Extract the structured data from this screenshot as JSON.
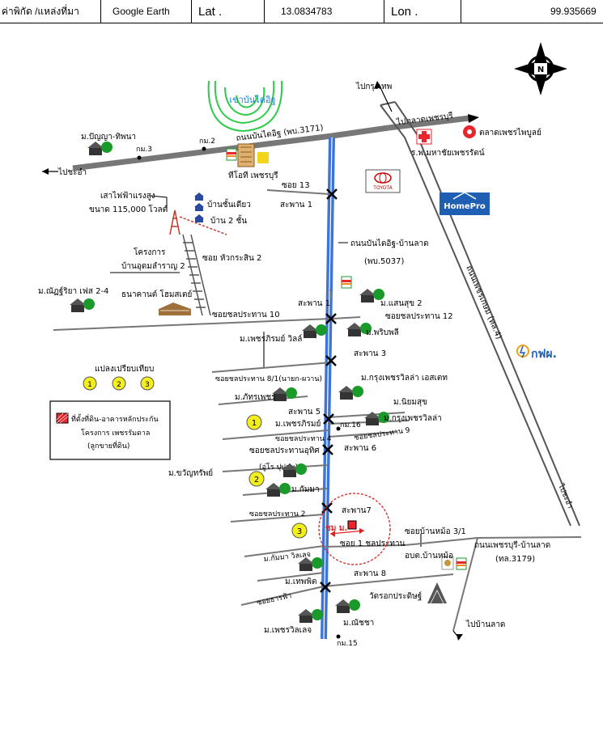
{
  "header": {
    "coord_label": "ค่าพิกัด /แหล่งที่มา",
    "source": "Google Earth",
    "lat_label": "Lat .",
    "lat_value": "13.0834783",
    "lon_label": "Lon .",
    "lon_value": "99.935669"
  },
  "compass": {
    "letter": "N"
  },
  "roads": {
    "main_road": "ถนนบันไดอิฐ-บ้านลาด",
    "main_road_code": "(พบ.5037)",
    "top_road": "ถนนบันไดอิฐ (พบ.3171)",
    "highway4": "ถนนเพชรเกษม (ทล.4)",
    "road3179": "ถนนเพชรบุรี-บ้านลาด",
    "road3179_code": "(ทล.3179)",
    "to_bangkok": "ไปกรุงเทพ",
    "to_market": "ไปตลาดเพชรบุรี",
    "to_chaam": "ไปชะอำ",
    "to_banlat": "ไปบ้านลาด",
    "to_left": "ไปชะอำ"
  },
  "km_markers": [
    "กม.3",
    "กม.2",
    "กม.16",
    "กม.15"
  ],
  "bridges": [
    "สะพาน 1",
    "สะพาน 2",
    "สะพาน 3",
    "สะพาน 5",
    "สะพาน 6",
    "สะพาน7",
    "สะพาน 8"
  ],
  "soi": {
    "soi13": "ซอย 13",
    "soi_hua_krasin": "ซอย หัวกระสิน 2",
    "soi_prathan10": "ซอยชลประทาน 10",
    "soi_prathan12": "ซอยชลประทาน 12",
    "soi_prathan81": "ซอยชลประทาน 8/1(นายก-ผวาน)",
    "soi_prathan4": "ซอยชลประทาน 4",
    "soi_prathan9": "ซอยชลประทาน 9",
    "soi_prathan_uthit": "ซอยชลประทานอุทิศ",
    "soi_prathan_uthit_sub": "(อู่โร ปุปลุ่น)",
    "soi_prathan2": "ซอยชลประทาน 2",
    "soi_banmo": "ซอยบ้านหม้อ 3/1",
    "soi1": "ซอย 1 ชลประทาน",
    "soi_tharfa": "ซอยธารฟ้า"
  },
  "places": {
    "mountain": "เขาบันไดอิฐ",
    "ban_panya": "ม.ปัญญา-ทิพนา",
    "ti_o_ti": "ทีโอที เพชรบุรี",
    "toyota": "TOYOTA",
    "homepro": "HomePro",
    "hospital": "ร.พ.มหาชัยเพชรรัตน์",
    "market": "ตลาดเพชรไพบูลย์",
    "power_line": "เสาไฟฟ้าแรงสูง",
    "power_line_2": "ขนาด 115,000 โวลต์",
    "single_house": "บ้านชั้นเดียว",
    "two_storey": "บ้าน 2 ชั้น",
    "project": "โครงการ",
    "project_2": "บ้านอุดมลำราญ 2",
    "ban_manchuriya": "ม.ณัฏฐ์ริยา เฟส 2-4",
    "thanakarn": "ธนาคานต์ โฮมสเตย์",
    "ban_sonsuk": "ม.แสนสุข 2",
    "ban_petch_rimya": "ม.เพชรภิรมย์ วิลล์",
    "ban_pribpli": "ม.พริบพลี",
    "ban_krungpet_estate": "ม.กรุงเพชรวิลล่า เอสเตท",
    "ban_phatarapet": "ม.ภัทรเพชร",
    "ban_niyomsuk": "ม.นิยมสุข",
    "ban_krungpet_villa": "ม.กรุงเพชรวิลล่า",
    "ban_petchrimya": "ม.เพชรภิรมย์",
    "ban_kwanjai": "ม.ขวัญทรัพย์",
    "ban_kamma": "ม.กัมมา",
    "ban_kamma_ville": "ม.กัมมา วิลเลจ",
    "ban_thepnimit": "ม.เทพพิต",
    "ban_petchville": "ม.เพชรวิลเลจ",
    "ban_manchacha": "ม.ณัชชา",
    "wat": "วัดรอกประดิษฐ์",
    "obt": "อบต.บ้านหม้อ",
    "pea": "กฟผ.",
    "site_tag": "ชม ม."
  },
  "legend": {
    "compare_title": "แปลงเปรียบเทียบ",
    "compare_numbers": [
      "1",
      "2",
      "3"
    ],
    "subject_line1": "ที่ตั้งที่ดิน-อาคารหลักประกัน",
    "subject_line2": "โครงการ เพชรรัมดาล",
    "subject_line3": "(ลูกขายที่ดิน)"
  },
  "map_numbers": [
    "1",
    "2",
    "3"
  ],
  "colors": {
    "road_blue": "#3c74d8",
    "marker_yellow": "#f3ee1c",
    "subject_red": "#e8262b",
    "tree_green": "#1a9a2a",
    "mountain_green": "#2ecb4a",
    "circle_red": "#e02020",
    "homepro_blue": "#1e5fb4"
  }
}
